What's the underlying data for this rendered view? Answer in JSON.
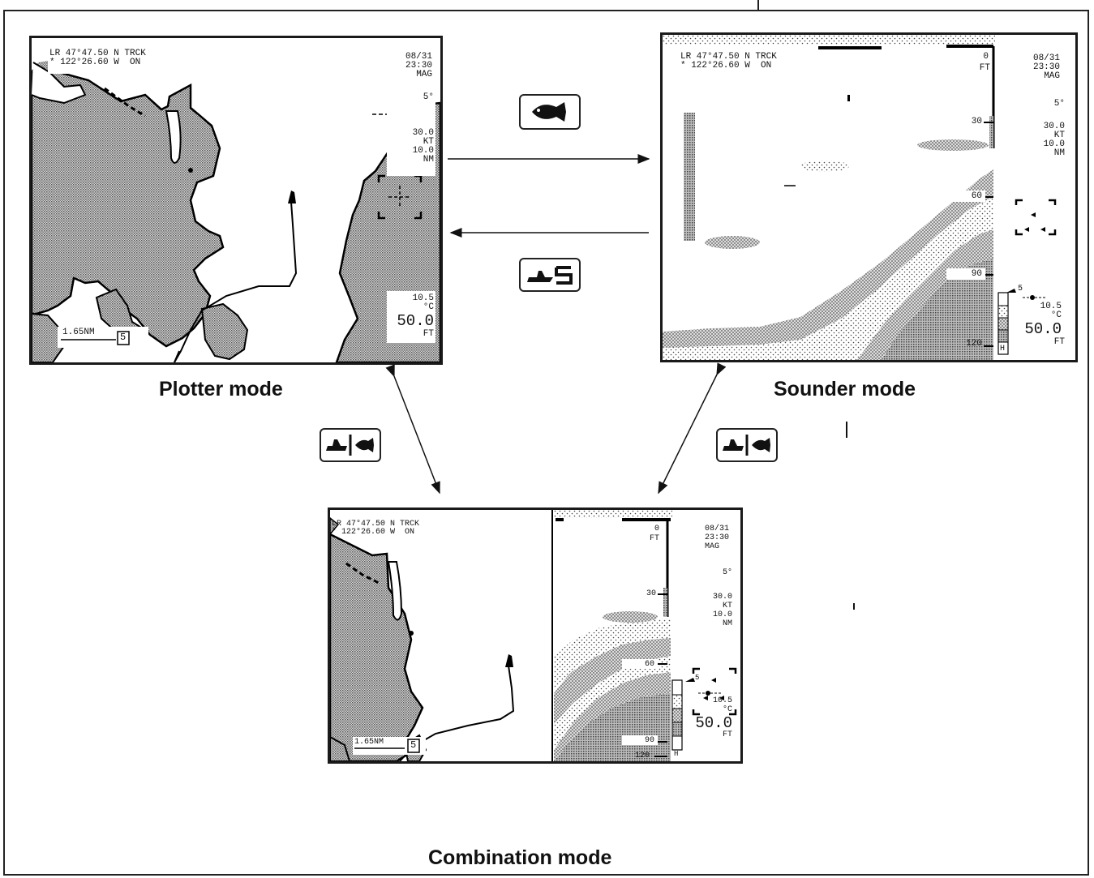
{
  "screen_readout": {
    "position_line1": "LR 47°47.50 N TRCK",
    "position_line2": "* 122°26.60 W  ON",
    "date": "08/31",
    "time": "23:30",
    "heading_ref": "MAG",
    "course_offset": "5°",
    "speed": "30.0",
    "speed_unit": "KT",
    "range": "10.0",
    "range_unit": "NM",
    "water_temp": "10.5",
    "temp_unit": "°C",
    "depth": "50.0",
    "depth_unit": "FT",
    "scale_distance": "1.65NM",
    "zoom_level": "5",
    "fish_count": "5"
  },
  "depth_scale": {
    "labels": [
      "0",
      "30",
      "60",
      "90",
      "120"
    ],
    "unit": "FT",
    "gain_label": "H"
  },
  "modes": {
    "plotter": "Plotter mode",
    "sounder": "Sounder mode",
    "combination": "Combination mode"
  },
  "keys": {
    "to_sounder": "fish-key",
    "to_plotter": "boat-s-key",
    "to_combination_left": "boat-fish-split-key",
    "to_combination_right": "boat-fish-split-key"
  },
  "colors": {
    "ink": "#111111",
    "paper": "#ffffff",
    "land_fill": "#9a9a9a",
    "bottom_dark": "#7d7d7d",
    "bottom_light": "#cfcfcf"
  }
}
